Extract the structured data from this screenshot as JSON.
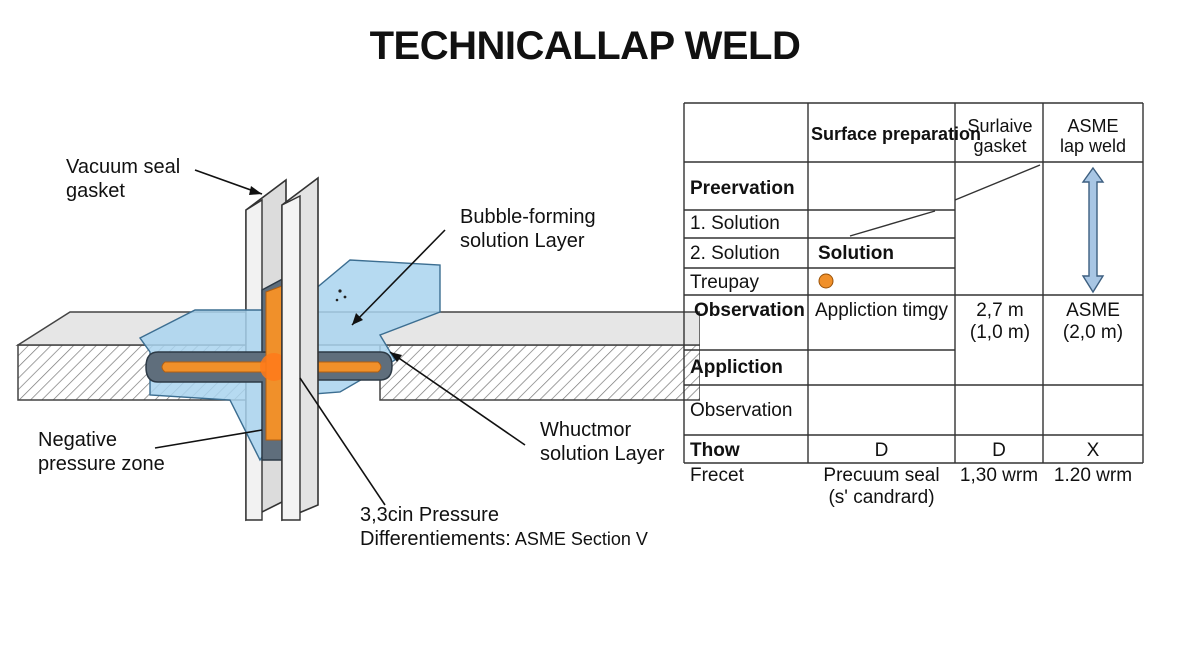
{
  "title": "TECHNICALLAP WELD",
  "diagram": {
    "labels": {
      "vacuum_seal_line1": "Vacuum seal",
      "vacuum_seal_line2": "gasket",
      "bubble_line1": "Bubble-forming",
      "bubble_line2": "solution Layer",
      "negative_line1": "Negative",
      "negative_line2": "pressure zone",
      "whuctmor_line1": "Whuctmor",
      "whuctmor_line2": "solution Layer",
      "pressure_line1": "3,3cin Pressure",
      "pressure_line2_bold": "Differentiements:",
      "pressure_line2_rest": " ASME Section V"
    },
    "colors": {
      "plate": "#e9e9e9",
      "plate_stroke": "#333333",
      "solution": "#a9d4ef",
      "core": "#5f6e7c",
      "weld": "#f0902a",
      "hatch": "#777777"
    }
  },
  "table": {
    "headers": {
      "col2": "Surface preparation",
      "col3_line1": "Surlaive",
      "col3_line2": "gasket",
      "col4_line1": "ASME",
      "col4_line2": "lap weld"
    },
    "rows": {
      "preervation": "Preervation",
      "solution1": "1. Solution",
      "solution2": "2. Solution",
      "solution2_col2": "Solution",
      "treupay": "Treupay",
      "observation": "Observation",
      "observation_col2": "Appliction timgy",
      "observation_col3_line1": "2,7 m",
      "observation_col3_line2": "(1,0 m)",
      "observation_col4_line1": "ASME",
      "observation_col4_line2": "(2,0 m)",
      "appliction": "Appliction",
      "observation2": "Observation",
      "thow": "Thow",
      "thow_col2": "D",
      "thow_col3": "D",
      "thow_col4": "X",
      "frecet": "Frecet",
      "frecet_col2_line1": "Precuum seal",
      "frecet_col2_line2": "(s' candrard)",
      "frecet_col3": "1,30 wrm",
      "frecet_col4": "1.20 wrm"
    },
    "colors": {
      "grid": "#333333",
      "dot": "#f0902a",
      "arrow": "#a8c6e4"
    }
  }
}
